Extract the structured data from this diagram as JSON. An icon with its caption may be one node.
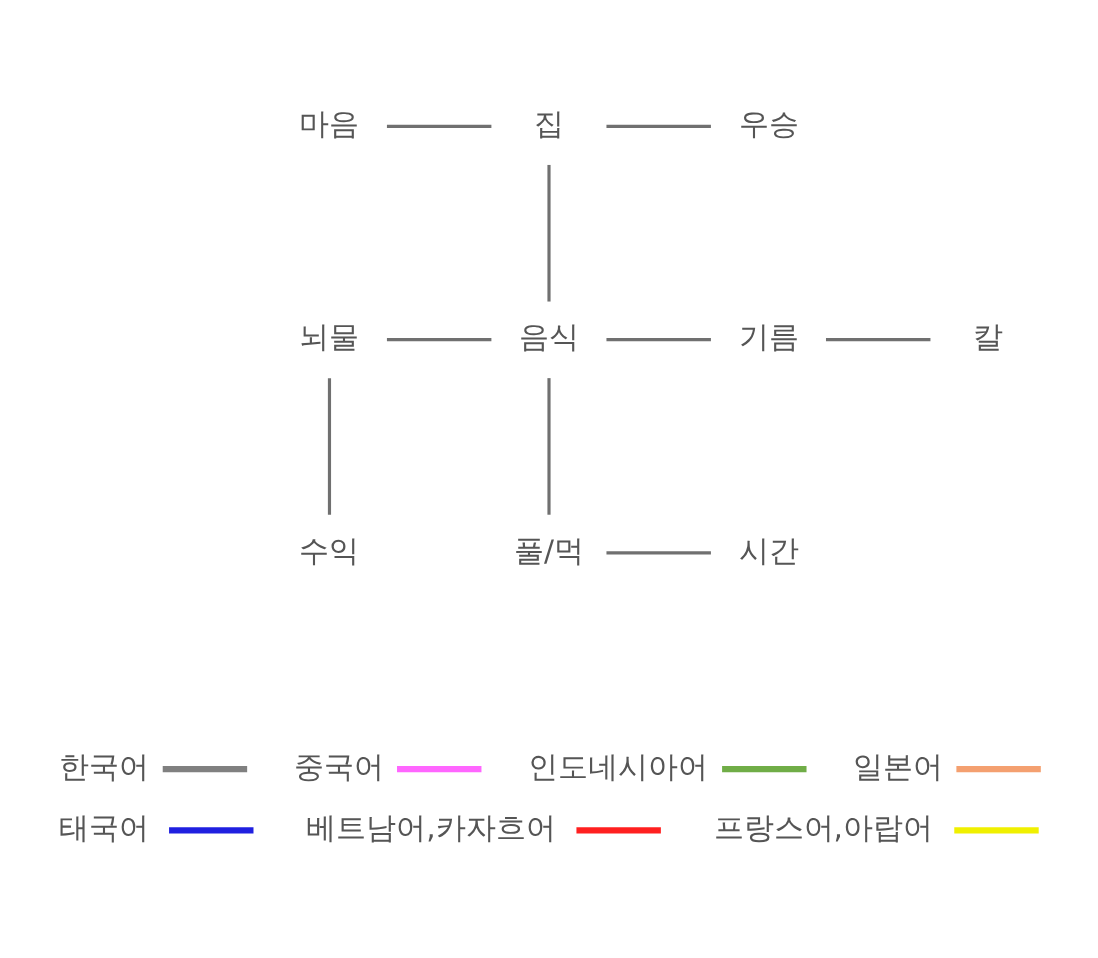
{
  "diagram": {
    "nodes": [
      {
        "text": [
          "마음"
        ]
      },
      {
        "text": [
          "집"
        ]
      },
      {
        "text": [
          "우승"
        ]
      },
      {
        "text": [
          "뇌물"
        ]
      },
      {
        "text": [
          "음식"
        ]
      },
      {
        "text": [
          "기름"
        ]
      },
      {
        "text": [
          "칼"
        ]
      },
      {
        "text": [
          "수익"
        ]
      },
      {
        "text": [
          "풀/먹"
        ]
      },
      {
        "text": [
          "시간"
        ]
      }
    ],
    "edges": [
      {
        "from": 0,
        "to": 1,
        "arrow": "none"
      },
      {
        "from": 1,
        "to": 2,
        "arrow": "none"
      },
      {
        "from": 1,
        "to": 4,
        "arrow": "none"
      },
      {
        "from": 3,
        "to": 4,
        "arrow": "none"
      },
      {
        "from": 4,
        "to": 5,
        "arrow": "none"
      },
      {
        "from": 5,
        "to": 6,
        "arrow": "none"
      },
      {
        "from": 3,
        "to": 7,
        "arrow": "none"
      },
      {
        "from": 4,
        "to": 8,
        "arrow": "none"
      },
      {
        "from": 8,
        "to": 9,
        "arrow": "none"
      }
    ],
    "legend": [
      {
        "text": "한국어",
        "color": "#808080"
      },
      {
        "text": "중국어",
        "color": "#ff66ff"
      },
      {
        "text": "인도네시아어",
        "color": "#70ad47"
      },
      {
        "text": "일본어",
        "color": "#f4a070"
      },
      {
        "text": "태국어",
        "color": "#2020e0"
      },
      {
        "text": "베트남어,카자흐어",
        "color": "#ff2020"
      },
      {
        "text": "프랑스어,아랍어",
        "color": "#f0f000"
      }
    ]
  }
}
